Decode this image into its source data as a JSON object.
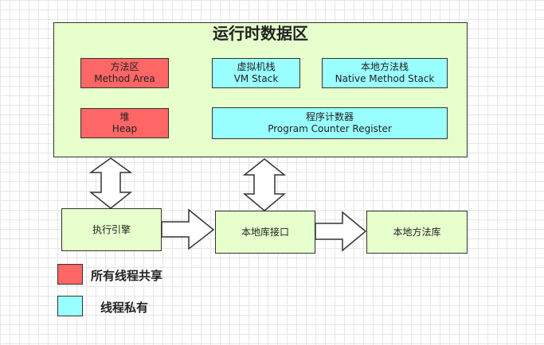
{
  "runtime_area": {
    "title": "运行时数据区",
    "method_area": {
      "zh": "方法区",
      "en": "Method Area"
    },
    "vm_stack": {
      "zh": "虚拟机栈",
      "en": "VM Stack"
    },
    "native_method_stack": {
      "zh": "本地方法栈",
      "en": "Native Method Stack"
    },
    "heap": {
      "zh": "堆",
      "en": "Heap"
    },
    "pc_register": {
      "zh": "程序计数器",
      "en": "Program Counter Register"
    }
  },
  "execution_engine": "执行引擎",
  "native_interface": "本地库接口",
  "native_library": "本地方法库",
  "legend": {
    "shared": "所有线程共享",
    "private": "线程私有"
  },
  "colors": {
    "shared": "#ff6666",
    "private": "#99ffff",
    "container": "#e6ffcc"
  }
}
